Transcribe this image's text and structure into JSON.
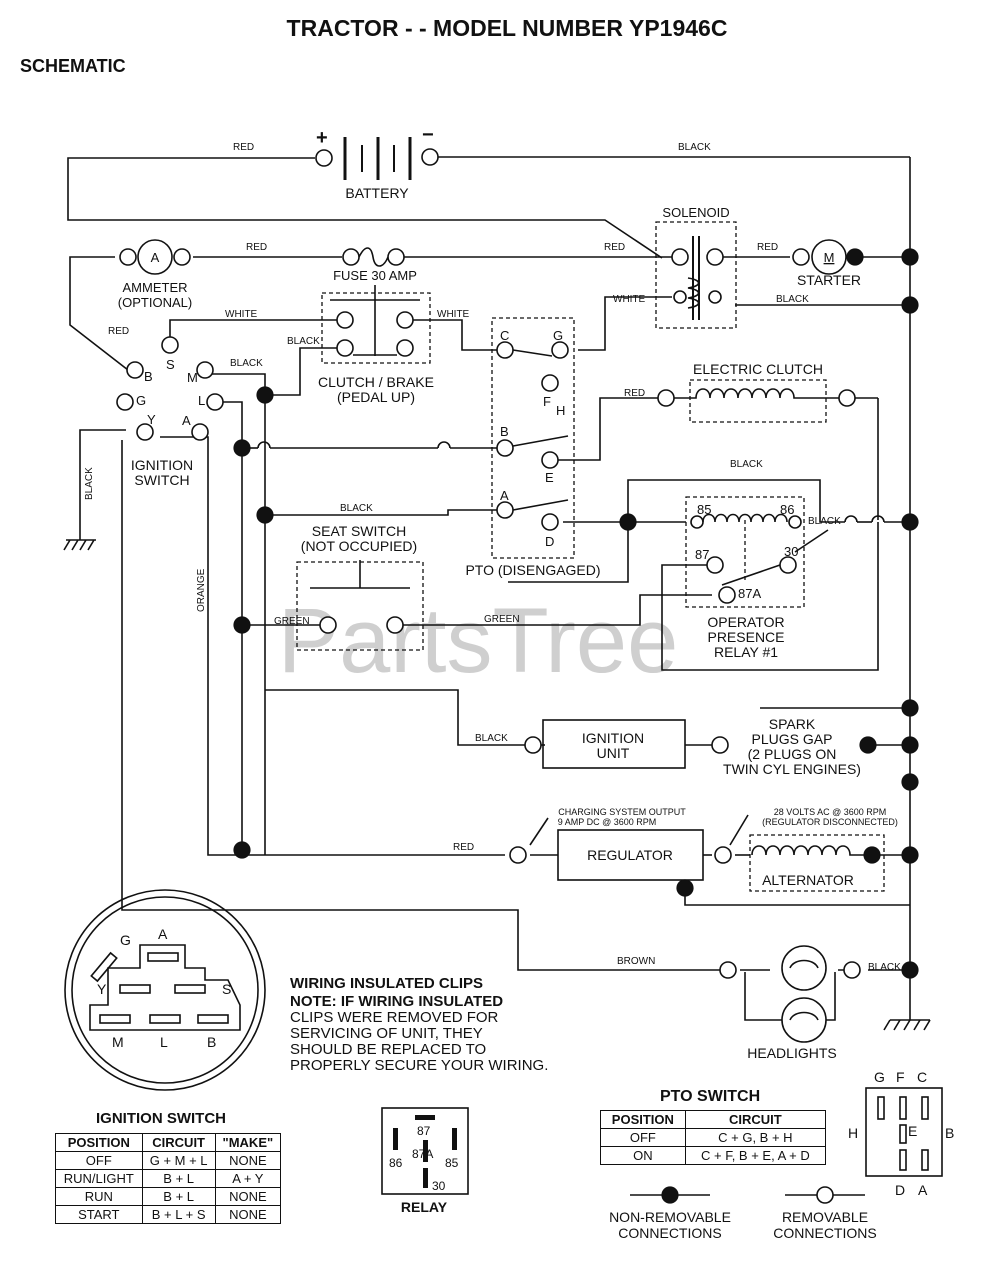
{
  "title": "TRACTOR - - MODEL NUMBER YP1946C",
  "subtitle": "SCHEMATIC",
  "watermark": "PartsTree",
  "components": {
    "battery": "BATTERY",
    "battery_pos": "+",
    "battery_neg": "−",
    "solenoid": "SOLENOID",
    "starter": "STARTER",
    "starter_m": "M",
    "ammeter_line1": "AMMETER",
    "ammeter_line2": "(OPTIONAL)",
    "ammeter_a": "A",
    "fuse": "FUSE 30 AMP",
    "clutch_brake_line1": "CLUTCH / BRAKE",
    "clutch_brake_line2": "(PEDAL UP)",
    "electric_clutch": "ELECTRIC CLUTCH",
    "ignition_switch_line1": "IGNITION",
    "ignition_switch_line2": "SWITCH",
    "seat_switch_line1": "SEAT SWITCH",
    "seat_switch_line2": "(NOT OCCUPIED)",
    "pto": "PTO (DISENGAGED)",
    "relay_line1": "OPERATOR",
    "relay_line2": "PRESENCE",
    "relay_line3": "RELAY #1",
    "ignition_unit_line1": "IGNITION",
    "ignition_unit_line2": "UNIT",
    "spark_line1": "SPARK",
    "spark_line2": "PLUGS GAP",
    "spark_line3": "(2 PLUGS ON",
    "spark_line4": "TWIN CYL  ENGINES)",
    "regulator": "REGULATOR",
    "alternator": "ALTERNATOR",
    "charging_line1": "CHARGING SYSTEM OUTPUT",
    "charging_line2": "9 AMP DC @ 3600 RPM",
    "ac_line1": "28 VOLTS AC @ 3600 RPM",
    "ac_line2": "(REGULATOR DISCONNECTED)",
    "headlights": "HEADLIGHTS"
  },
  "terminals": {
    "ign": [
      "S",
      "B",
      "M",
      "G",
      "L",
      "Y",
      "A"
    ],
    "pto": [
      "C",
      "G",
      "F",
      "H",
      "B",
      "E",
      "A",
      "D"
    ],
    "relay": [
      "85",
      "86",
      "87",
      "30",
      "87A"
    ]
  },
  "wires": {
    "red": "RED",
    "black": "BLACK",
    "white": "WHITE",
    "green": "GREEN",
    "orange": "ORANGE",
    "brown": "BROWN"
  },
  "note": {
    "heading": "WIRING INSULATED CLIPS",
    "line1": "NOTE: IF WIRING INSULATED",
    "line2": "CLIPS WERE REMOVED FOR",
    "line3": "SERVICING OF UNIT, THEY",
    "line4": "SHOULD BE REPLACED TO",
    "line5": "PROPERLY SECURE YOUR WIRING."
  },
  "ign_face": [
    "G",
    "A",
    "Y",
    "S",
    "M",
    "L",
    "B"
  ],
  "ignition_table": {
    "title": "IGNITION SWITCH",
    "headers": [
      "POSITION",
      "CIRCUIT",
      "\"MAKE\""
    ],
    "rows": [
      [
        "OFF",
        "G + M + L",
        "NONE"
      ],
      [
        "RUN/LIGHT",
        "B + L",
        "A + Y"
      ],
      [
        "RUN",
        "B + L",
        "NONE"
      ],
      [
        "START",
        "B + L + S",
        "NONE"
      ]
    ]
  },
  "relay_pins": {
    "label": "RELAY",
    "p87": "87",
    "p86": "86",
    "p87a": "87A",
    "p85": "85",
    "p30": "30"
  },
  "pto_table": {
    "title": "PTO SWITCH",
    "headers": [
      "POSITION",
      "CIRCUIT"
    ],
    "rows": [
      [
        "OFF",
        "C + G, B + H"
      ],
      [
        "ON",
        "C + F, B + E, A + D"
      ]
    ]
  },
  "pto_face": [
    "G",
    "F",
    "C",
    "H",
    "E",
    "B",
    "D",
    "A"
  ],
  "legend": {
    "nonremovable_line1": "NON-REMOVABLE",
    "nonremovable_line2": "CONNECTIONS",
    "removable_line1": "REMOVABLE",
    "removable_line2": "CONNECTIONS"
  }
}
